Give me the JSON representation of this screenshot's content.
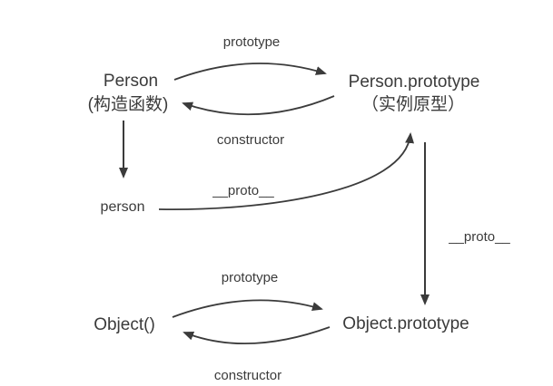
{
  "diagram": {
    "title_hint": "JavaScript prototype chain diagram",
    "background_color": "#ffffff",
    "line_color": "#3b3b3b",
    "nodes": {
      "person_constructor": {
        "title": "Person",
        "subtitle": "(构造函数)"
      },
      "person_prototype": {
        "title": "Person.prototype",
        "subtitle": "（实例原型）"
      },
      "person_instance": {
        "label": "person"
      },
      "object_function": {
        "label": "Object()"
      },
      "object_prototype": {
        "label": "Object.prototype"
      }
    },
    "edges": {
      "top_prototype_label": "prototype",
      "top_constructor_label": "constructor",
      "instance_proto_label": "__proto__",
      "right_proto_label": "__proto__",
      "bottom_prototype_label": "prototype",
      "bottom_constructor_label": "constructor"
    }
  }
}
